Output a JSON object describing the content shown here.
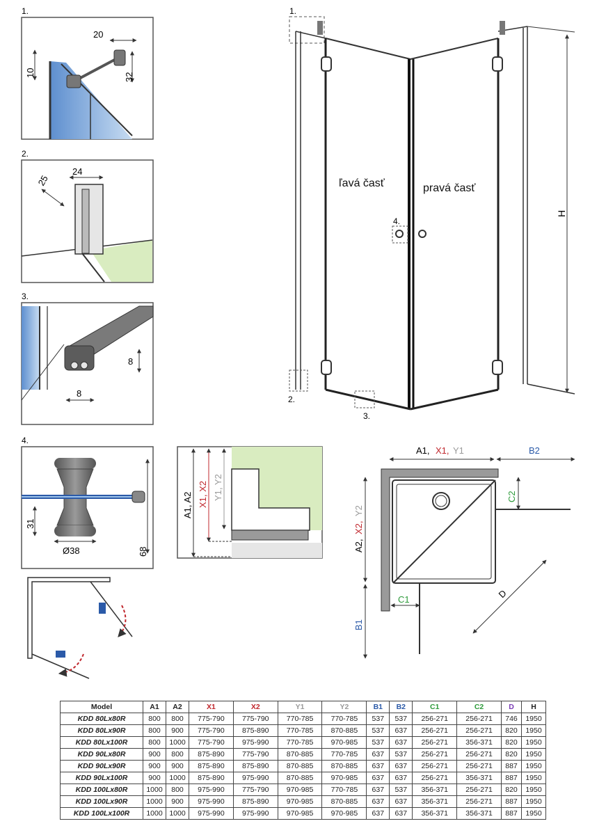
{
  "detail_markers": {
    "d1": "1.",
    "d2": "2.",
    "d3": "3.",
    "d4": "4."
  },
  "detail1": {
    "dim_top": "20",
    "dim_left": "10",
    "dim_right": "32"
  },
  "detail2": {
    "dim_a": "25",
    "dim_b": "24"
  },
  "detail3": {
    "dim_h": "8",
    "dim_w": "8"
  },
  "detail4": {
    "dim_h": "31",
    "dim_total": "68",
    "dim_diameter": "Ø38"
  },
  "main_view": {
    "left_label": "ľavá časť",
    "right_label": "pravá časť",
    "height_label": "H",
    "callouts": {
      "c1": "1.",
      "c2": "2.",
      "c3": "3.",
      "c4": "4."
    }
  },
  "profile_view": {
    "label_a": "A1, A2",
    "label_x": "X1, X2",
    "label_y": "Y1, Y2"
  },
  "plan_view": {
    "top_a": "A1,",
    "top_x": "X1,",
    "top_y": "Y1",
    "top_b2": "B2",
    "left_a": "A2,",
    "left_x": "X2,",
    "left_y": "Y2",
    "left_b1": "B1",
    "c1": "C1",
    "c2": "C2",
    "d": "D"
  },
  "colors": {
    "x": "#c0272d",
    "y": "#9a9a9a",
    "b": "#2b5aa8",
    "c": "#2d9a3a",
    "d": "#7a3bb5",
    "glass": "#8fb3dc",
    "floor": "#d9ecc0"
  },
  "table": {
    "headers": [
      "Model",
      "A1",
      "A2",
      "X1",
      "X2",
      "Y1",
      "Y2",
      "B1",
      "B2",
      "C1",
      "C2",
      "D",
      "H"
    ],
    "rows": [
      [
        "KDD 80Lx80R",
        "800",
        "800",
        "775-790",
        "775-790",
        "770-785",
        "770-785",
        "537",
        "537",
        "256-271",
        "256-271",
        "746",
        "1950"
      ],
      [
        "KDD 80Lx90R",
        "800",
        "900",
        "775-790",
        "875-890",
        "770-785",
        "870-885",
        "537",
        "637",
        "256-271",
        "256-271",
        "820",
        "1950"
      ],
      [
        "KDD 80Lx100R",
        "800",
        "1000",
        "775-790",
        "975-990",
        "770-785",
        "970-985",
        "537",
        "637",
        "256-271",
        "356-371",
        "820",
        "1950"
      ],
      [
        "KDD 90Lx80R",
        "900",
        "800",
        "875-890",
        "775-790",
        "870-885",
        "770-785",
        "637",
        "537",
        "256-271",
        "256-271",
        "820",
        "1950"
      ],
      [
        "KDD 90Lx90R",
        "900",
        "900",
        "875-890",
        "875-890",
        "870-885",
        "870-885",
        "637",
        "637",
        "256-271",
        "256-271",
        "887",
        "1950"
      ],
      [
        "KDD 90Lx100R",
        "900",
        "1000",
        "875-890",
        "975-990",
        "870-885",
        "970-985",
        "637",
        "637",
        "256-271",
        "356-371",
        "887",
        "1950"
      ],
      [
        "KDD 100Lx80R",
        "1000",
        "800",
        "975-990",
        "775-790",
        "970-985",
        "770-785",
        "637",
        "537",
        "356-371",
        "256-271",
        "820",
        "1950"
      ],
      [
        "KDD 100Lx90R",
        "1000",
        "900",
        "975-990",
        "875-890",
        "970-985",
        "870-885",
        "637",
        "637",
        "356-371",
        "256-271",
        "887",
        "1950"
      ],
      [
        "KDD 100Lx100R",
        "1000",
        "1000",
        "975-990",
        "975-990",
        "970-985",
        "970-985",
        "637",
        "637",
        "356-371",
        "356-371",
        "887",
        "1950"
      ]
    ]
  }
}
